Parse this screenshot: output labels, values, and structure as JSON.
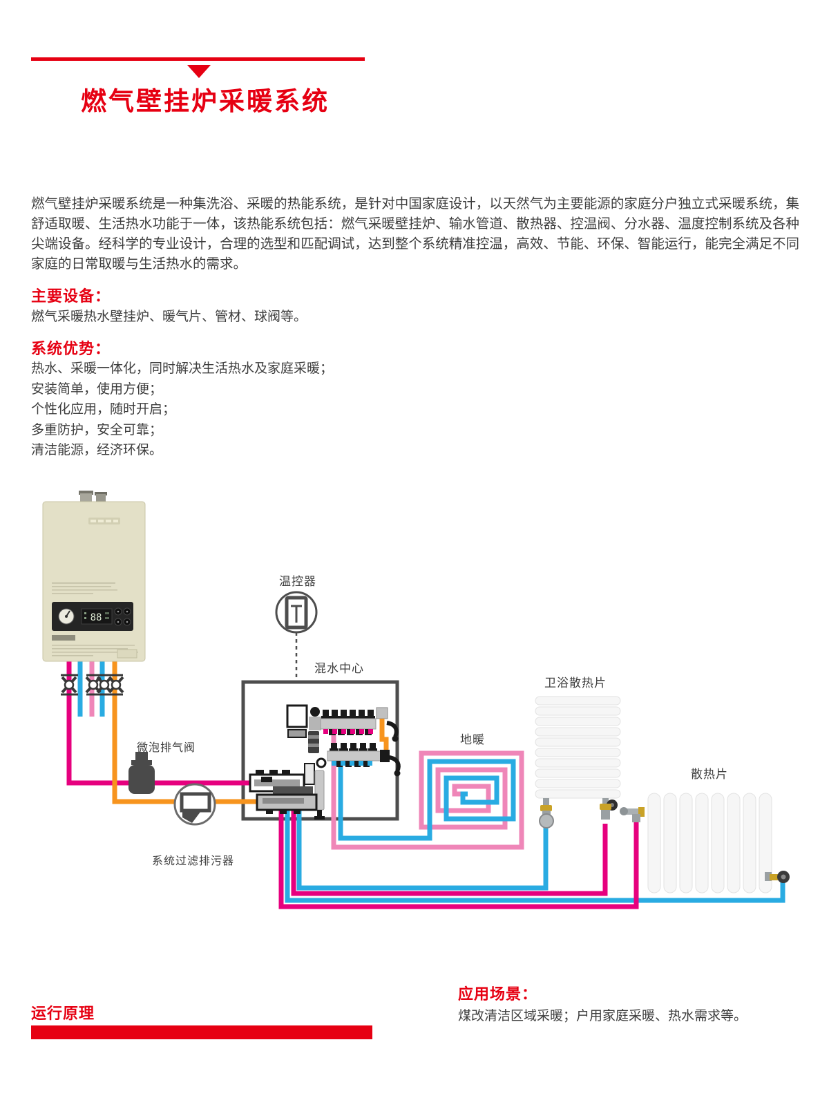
{
  "page": {
    "title": "燃气壁挂炉采暖系统"
  },
  "intro": "燃气壁挂炉采暖系统是一种集洗浴、采暖的热能系统，是针对中国家庭设计，以天然气为主要能源的家庭分户独立式采暖系统，集舒适取暖、生活热水功能于一体，该热能系统包括：燃气采暖壁挂炉、输水管道、散热器、控温阀、分水器、温度控制系统及各种尖端设备。经科学的专业设计，合理的选型和匹配调试，达到整个系统精准控温，高效、节能、环保、智能运行，能完全满足不同家庭的日常取暖与生活热水的需求。",
  "sections": {
    "equipment": {
      "heading": "主要设备：",
      "body": "燃气采暖热水壁挂炉、暖气片、管材、球阀等。"
    },
    "advantages": {
      "heading": "系统优势：",
      "items": [
        "热水、采暖一体化，同时解决生活热水及家庭采暖；",
        "安装简单，使用方便；",
        "个性化应用，随时开启；",
        "多重防护，安全可靠；",
        "清洁能源，经济环保。"
      ]
    }
  },
  "diagram": {
    "labels": {
      "thermostat": "温控器",
      "mixing_center": "混水中心",
      "floor_heating": "地暖",
      "bathroom_radiator": "卫浴散热片",
      "radiator": "散热片",
      "air_vent_valve": "微泡排气阀",
      "system_filter": "系统过滤排污器"
    },
    "boiler_display": "88",
    "colors": {
      "red": "#e60012",
      "magenta": "#e6007e",
      "pink": "#ef86b8",
      "blue": "#29abe2",
      "orange": "#f7941e",
      "dark": "#383838"
    }
  },
  "footer": {
    "principle_heading": "运行原理",
    "application": {
      "heading": "应用场景：",
      "body": "煤改清洁区域采暖；户用家庭采暖、热水需求等。"
    }
  }
}
